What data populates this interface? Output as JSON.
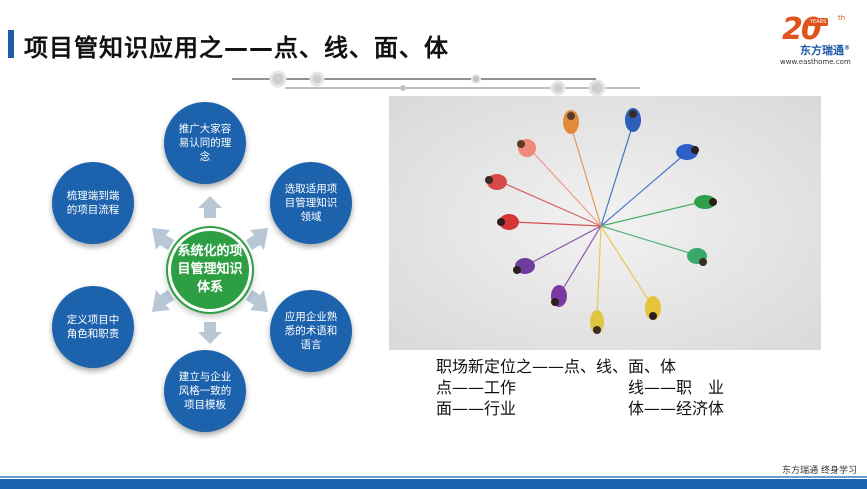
{
  "slide": {
    "title": "项目管知识应用之——点、线、面、体"
  },
  "logo": {
    "number": "20",
    "years": "YEARS",
    "th": "th",
    "brand": "东方瑞通",
    "registered": "®",
    "url": "www.easthome.com"
  },
  "diagram": {
    "center": "系统化的项目管理知识体系",
    "nodes": {
      "top": "推广大家容易认同的理念",
      "top_right": "选取适用项目管理知识领域",
      "bottom_right": "应用企业熟悉的术语和语言",
      "bottom": "建立与企业风格一致的项目模板",
      "bottom_left": "定义项目中角色和职责",
      "top_left": "梳理端到端的项目流程"
    },
    "colors": {
      "node": "#1d62ad",
      "center": "#2e9e43",
      "arrow": "#b8c7d6"
    }
  },
  "caption": {
    "line1": "职场新定位之——点、线、面、体",
    "line2_left": "点——工作",
    "line2_right": "线——职　业",
    "line3_left": "面——行业",
    "line3_right": "体——经济体"
  },
  "footer": {
    "text": "东方瑞通  终身学习"
  }
}
